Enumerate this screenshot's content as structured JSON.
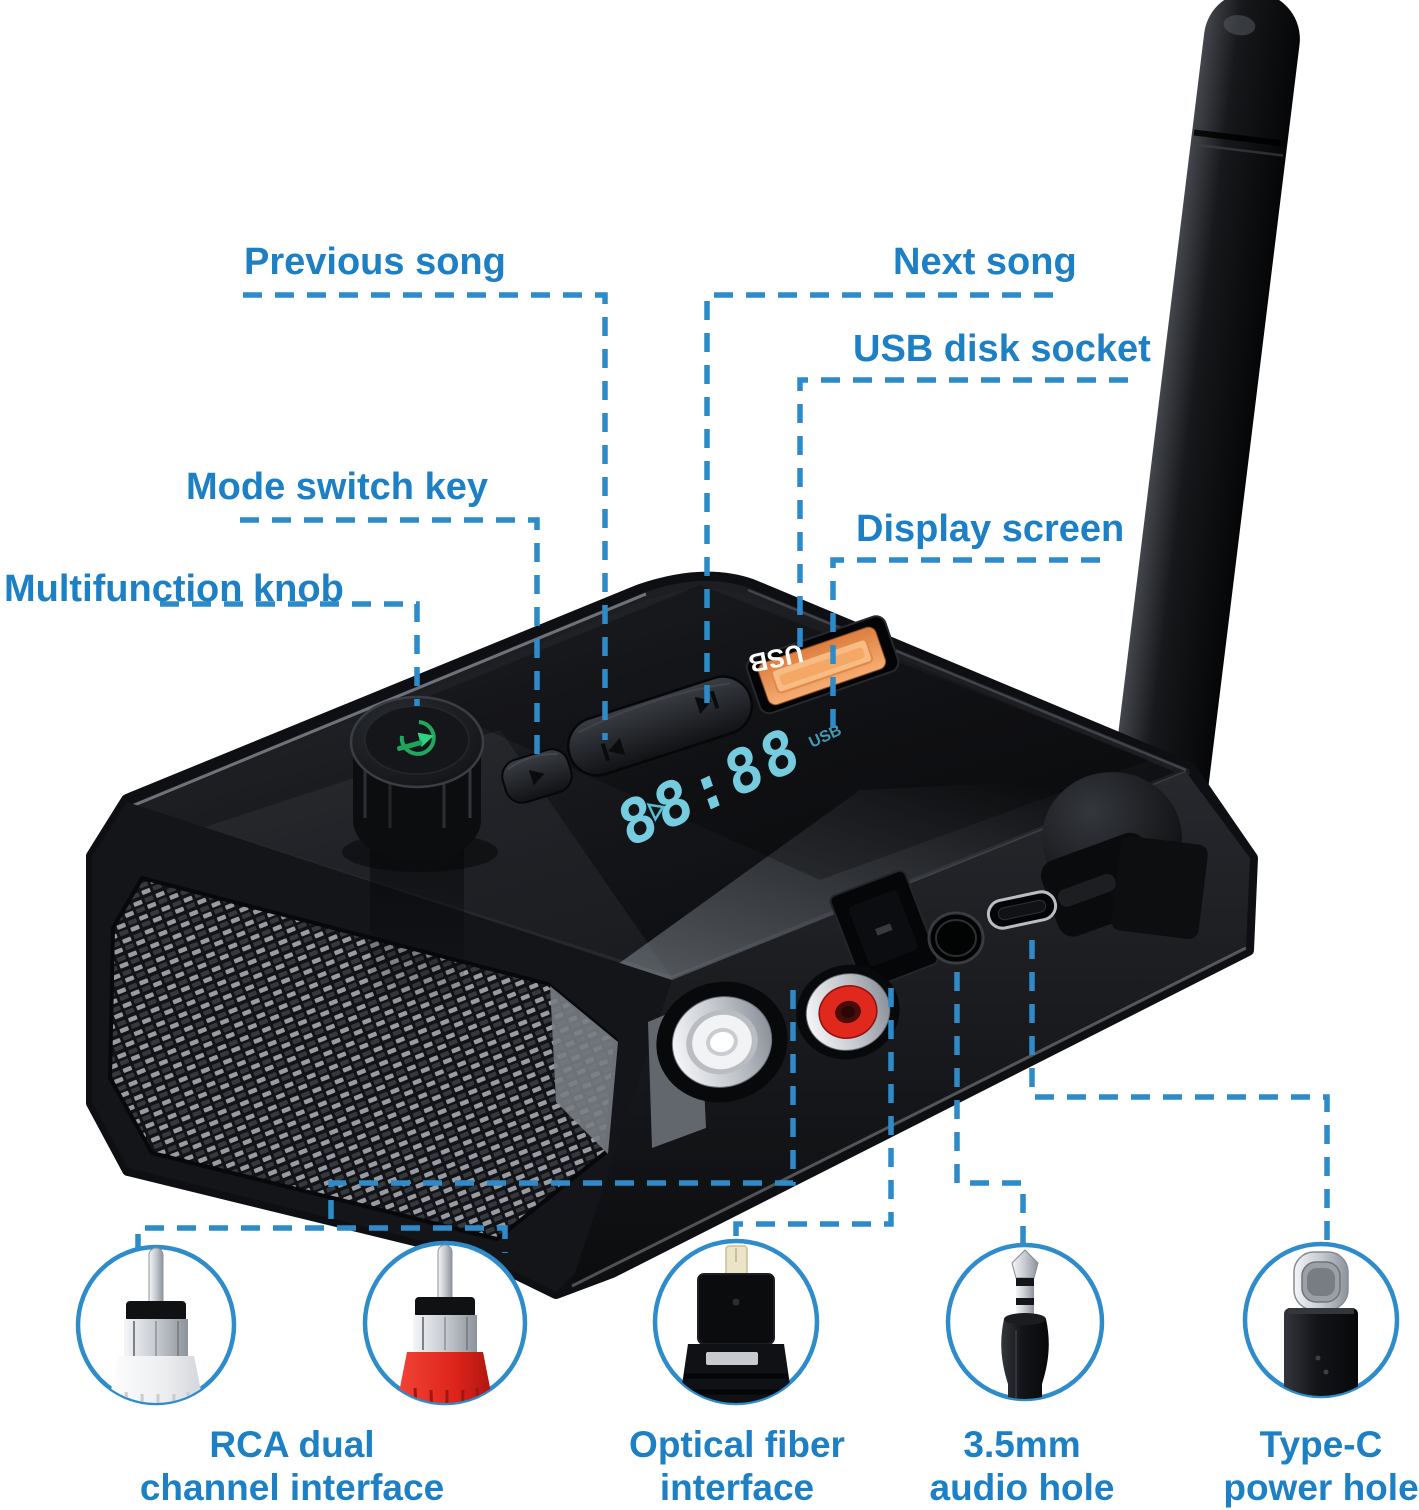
{
  "title": "Bluetooth audio receiver feature diagram",
  "colors": {
    "background": "#ffffff",
    "label_blue": "#1d80c4",
    "dash_blue": "#2e8bca",
    "circle_blue": "#2f8cca",
    "usb_orange": "#f09a5e",
    "display_cyan": "#7cd7ea",
    "knob_green": "#2fd182",
    "rca_red": "#e0281d",
    "device_black": "#101114"
  },
  "callouts": {
    "previous_song": "Previous song",
    "next_song": "Next song",
    "usb_disk_socket": "USB disk socket",
    "mode_switch_key": "Mode switch key",
    "display_screen": "Display screen",
    "multifunction_knob": "Multifunction knob"
  },
  "device": {
    "usb_port_label": "USB",
    "display_value": "88:88",
    "display_mode_indicator": "USB"
  },
  "icons": {
    "skip_back": "⏮",
    "skip_forward": "⏭",
    "play_indicator": "▷",
    "knob_media_glyph": "green play/volume glyph"
  },
  "legend": [
    {
      "name": "rca",
      "line1": "RCA dual",
      "line2": "channel interface"
    },
    {
      "name": "optical",
      "line1": "Optical fiber",
      "line2": "interface"
    },
    {
      "name": "aux",
      "line1": "3.5mm",
      "line2": "audio hole"
    },
    {
      "name": "typec",
      "line1": "Type-C",
      "line2": "power hole"
    }
  ]
}
